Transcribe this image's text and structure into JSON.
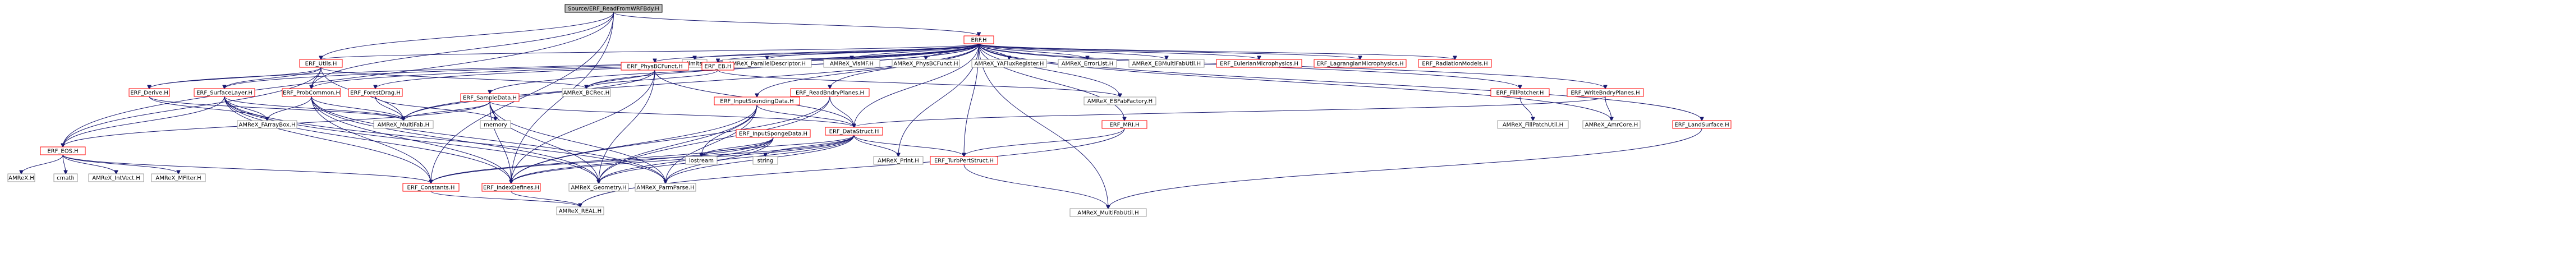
{
  "graph": {
    "root": "Source/ERF_ReadFromWRFBdy.H",
    "nodes": [
      {
        "id": "root",
        "label": "Source/ERF_ReadFromWRFBdy.H",
        "style": "root"
      },
      {
        "id": "erf",
        "label": "ERF.H",
        "style": "link"
      },
      {
        "id": "utils",
        "label": "ERF_Utils.H",
        "style": "link"
      },
      {
        "id": "probcommon",
        "label": "ERF_ProbCommon.H",
        "style": "link"
      },
      {
        "id": "eos",
        "label": "ERF_EOS.H",
        "style": "link"
      },
      {
        "id": "limits",
        "label": "limits",
        "style": "plain"
      },
      {
        "id": "pardesc",
        "label": "AMReX_ParallelDescriptor.H",
        "style": "plain"
      },
      {
        "id": "vismf",
        "label": "AMReX_VisMF.H",
        "style": "plain"
      },
      {
        "id": "physbcfunct",
        "label": "AMReX_PhysBCFunct.H",
        "style": "plain"
      },
      {
        "id": "yafluxreg",
        "label": "AMReX_YAFluxRegister.H",
        "style": "plain"
      },
      {
        "id": "errorlist",
        "label": "AMReX_ErrorList.H",
        "style": "plain"
      },
      {
        "id": "ebmultifab",
        "label": "AMReX_EBMultiFabUtil.H",
        "style": "plain"
      },
      {
        "id": "eulerian",
        "label": "ERF_EulerianMicrophysics.H",
        "style": "link"
      },
      {
        "id": "lagrangian",
        "label": "ERF_LagrangianMicrophysics.H",
        "style": "link"
      },
      {
        "id": "radiation",
        "label": "ERF_RadiationModels.H",
        "style": "link"
      },
      {
        "id": "erfphysbc",
        "label": "ERF_PhysBCFunct.H",
        "style": "link"
      },
      {
        "id": "erfeb",
        "label": "ERF_EB.H",
        "style": "link"
      },
      {
        "id": "derive",
        "label": "ERF_Derive.H",
        "style": "link"
      },
      {
        "id": "surfacelayer",
        "label": "ERF_SurfaceLayer.H",
        "style": "link"
      },
      {
        "id": "forestdrag",
        "label": "ERF_ForestDrag.H",
        "style": "link"
      },
      {
        "id": "sampledata",
        "label": "ERF_SampleData.H",
        "style": "link"
      },
      {
        "id": "inputsounding",
        "label": "ERF_InputSoundingData.H",
        "style": "link"
      },
      {
        "id": "readbndry",
        "label": "ERF_ReadBndryPlanes.H",
        "style": "link"
      },
      {
        "id": "bcrec",
        "label": "AMReX_BCRec.H",
        "style": "plain"
      },
      {
        "id": "ebfabfactory",
        "label": "AMReX_EBFabFactory.H",
        "style": "plain"
      },
      {
        "id": "fillpatcher",
        "label": "ERF_FillPatcher.H",
        "style": "link"
      },
      {
        "id": "writebndry",
        "label": "ERF_WriteBndryPlanes.H",
        "style": "link"
      },
      {
        "id": "landsurface",
        "label": "ERF_LandSurface.H",
        "style": "link"
      },
      {
        "id": "fillpatchutil",
        "label": "AMReX_FillPatchUtil.H",
        "style": "plain"
      },
      {
        "id": "amrcore",
        "label": "AMReX_AmrCore.H",
        "style": "plain"
      },
      {
        "id": "mrl",
        "label": "ERF_MRI.H",
        "style": "link"
      },
      {
        "id": "datastruct",
        "label": "ERF_DataStruct.H",
        "style": "link"
      },
      {
        "id": "inputsponge",
        "label": "ERF_InputSpongeData.H",
        "style": "link"
      },
      {
        "id": "farraybox",
        "label": "AMReX_FArrayBox.H",
        "style": "plain"
      },
      {
        "id": "multifab",
        "label": "AMReX_MultiFab.H",
        "style": "plain"
      },
      {
        "id": "memory",
        "label": "memory",
        "style": "plain"
      },
      {
        "id": "amrex",
        "label": "AMReX.H",
        "style": "plain"
      },
      {
        "id": "cmath",
        "label": "cmath",
        "style": "plain"
      },
      {
        "id": "intvect",
        "label": "AMReX_IntVect.H",
        "style": "plain"
      },
      {
        "id": "mfiter",
        "label": "AMReX_MFIter.H",
        "style": "plain"
      },
      {
        "id": "constants",
        "label": "ERF_Constants.H",
        "style": "link"
      },
      {
        "id": "indexdefines",
        "label": "ERF_IndexDefines.H",
        "style": "link"
      },
      {
        "id": "geometry",
        "label": "AMReX_Geometry.H",
        "style": "plain"
      },
      {
        "id": "parmparse",
        "label": "AMReX_ParmParse.H",
        "style": "plain"
      },
      {
        "id": "iostream",
        "label": "iostream",
        "style": "plain"
      },
      {
        "id": "string",
        "label": "string",
        "style": "plain"
      },
      {
        "id": "print",
        "label": "AMReX_Print.H",
        "style": "plain"
      },
      {
        "id": "turbpert",
        "label": "ERF_TurbPertStruct.H",
        "style": "link"
      },
      {
        "id": "real",
        "label": "AMReX_REAL.H",
        "style": "plain"
      },
      {
        "id": "multifabutil",
        "label": "AMReX_MultiFabUtil.H",
        "style": "plain"
      }
    ],
    "edges": [
      [
        "root",
        "erf"
      ],
      [
        "root",
        "utils"
      ],
      [
        "root",
        "probcommon"
      ],
      [
        "root",
        "eos"
      ],
      [
        "root",
        "constants"
      ],
      [
        "root",
        "indexdefines"
      ],
      [
        "erf",
        "limits"
      ],
      [
        "erf",
        "pardesc"
      ],
      [
        "erf",
        "vismf"
      ],
      [
        "erf",
        "physbcfunct"
      ],
      [
        "erf",
        "yafluxreg"
      ],
      [
        "erf",
        "errorlist"
      ],
      [
        "erf",
        "ebmultifab"
      ],
      [
        "erf",
        "eulerian"
      ],
      [
        "erf",
        "lagrangian"
      ],
      [
        "erf",
        "radiation"
      ],
      [
        "erf",
        "erfphysbc"
      ],
      [
        "erf",
        "erfeb"
      ],
      [
        "erf",
        "derive"
      ],
      [
        "erf",
        "surfacelayer"
      ],
      [
        "erf",
        "forestdrag"
      ],
      [
        "erf",
        "sampledata"
      ],
      [
        "erf",
        "inputsounding"
      ],
      [
        "erf",
        "readbndry"
      ],
      [
        "erf",
        "bcrec"
      ],
      [
        "erf",
        "ebfabfactory"
      ],
      [
        "erf",
        "fillpatcher"
      ],
      [
        "erf",
        "writebndry"
      ],
      [
        "erf",
        "landsurface"
      ],
      [
        "erf",
        "mrl"
      ],
      [
        "erf",
        "datastruct"
      ],
      [
        "erf",
        "utils"
      ],
      [
        "erf",
        "probcommon"
      ],
      [
        "erf",
        "multifab"
      ],
      [
        "erf",
        "amrcore"
      ],
      [
        "erf",
        "print"
      ],
      [
        "erf",
        "multifabutil"
      ],
      [
        "erf",
        "turbpert"
      ],
      [
        "utils",
        "derive"
      ],
      [
        "utils",
        "surfacelayer"
      ],
      [
        "utils",
        "probcommon"
      ],
      [
        "utils",
        "multifab"
      ],
      [
        "utils",
        "bcrec"
      ],
      [
        "utils",
        "eos"
      ],
      [
        "probcommon",
        "multifab"
      ],
      [
        "probcommon",
        "farraybox"
      ],
      [
        "probcommon",
        "geometry"
      ],
      [
        "probcommon",
        "parmparse"
      ],
      [
        "probcommon",
        "constants"
      ],
      [
        "probcommon",
        "indexdefines"
      ],
      [
        "eos",
        "amrex"
      ],
      [
        "eos",
        "cmath"
      ],
      [
        "eos",
        "intvect"
      ],
      [
        "eos",
        "mfiter"
      ],
      [
        "eos",
        "constants"
      ],
      [
        "erfphysbc",
        "bcrec"
      ],
      [
        "erfphysbc",
        "multifab"
      ],
      [
        "erfphysbc",
        "geometry"
      ],
      [
        "erfphysbc",
        "indexdefines"
      ],
      [
        "erfphysbc",
        "datastruct"
      ],
      [
        "erfeb",
        "ebfabfactory"
      ],
      [
        "erfeb",
        "bcrec"
      ],
      [
        "derive",
        "farraybox"
      ],
      [
        "derive",
        "multifab"
      ],
      [
        "surfacelayer",
        "farraybox"
      ],
      [
        "surfacelayer",
        "multifab"
      ],
      [
        "surfacelayer",
        "geometry"
      ],
      [
        "surfacelayer",
        "parmparse"
      ],
      [
        "surfacelayer",
        "eos"
      ],
      [
        "surfacelayer",
        "constants"
      ],
      [
        "surfacelayer",
        "indexdefines"
      ],
      [
        "forestdrag",
        "multifab"
      ],
      [
        "forestdrag",
        "memory"
      ],
      [
        "sampledata",
        "multifab"
      ],
      [
        "sampledata",
        "memory"
      ],
      [
        "sampledata",
        "parmparse"
      ],
      [
        "sampledata",
        "geometry"
      ],
      [
        "sampledata",
        "indexdefines"
      ],
      [
        "sampledata",
        "datastruct"
      ],
      [
        "sampledata",
        "eos"
      ],
      [
        "inputsounding",
        "parmparse"
      ],
      [
        "inputsounding",
        "geometry"
      ],
      [
        "inputsounding",
        "iostream"
      ],
      [
        "inputsounding",
        "indexdefines"
      ],
      [
        "inputsounding",
        "datastruct"
      ],
      [
        "readbndry",
        "datastruct"
      ],
      [
        "readbndry",
        "geometry"
      ],
      [
        "readbndry",
        "indexdefines"
      ],
      [
        "fillpatcher",
        "fillpatchutil"
      ],
      [
        "writebndry",
        "datastruct"
      ],
      [
        "writebndry",
        "amrcore"
      ],
      [
        "landsurface",
        "multifabutil"
      ],
      [
        "mrl",
        "turbpert"
      ],
      [
        "mrl",
        "real"
      ],
      [
        "datastruct",
        "geometry"
      ],
      [
        "datastruct",
        "parmparse"
      ],
      [
        "datastruct",
        "iostream"
      ],
      [
        "datastruct",
        "string"
      ],
      [
        "datastruct",
        "print"
      ],
      [
        "datastruct",
        "turbpert"
      ],
      [
        "datastruct",
        "constants"
      ],
      [
        "datastruct",
        "indexdefines"
      ],
      [
        "inputsponge",
        "parmparse"
      ],
      [
        "inputsponge",
        "geometry"
      ],
      [
        "inputsponge",
        "iostream"
      ],
      [
        "inputsponge",
        "indexdefines"
      ],
      [
        "inputsponge",
        "constants"
      ],
      [
        "constants",
        "real"
      ],
      [
        "indexdefines",
        "real"
      ],
      [
        "turbpert",
        "multifabutil"
      ]
    ]
  }
}
